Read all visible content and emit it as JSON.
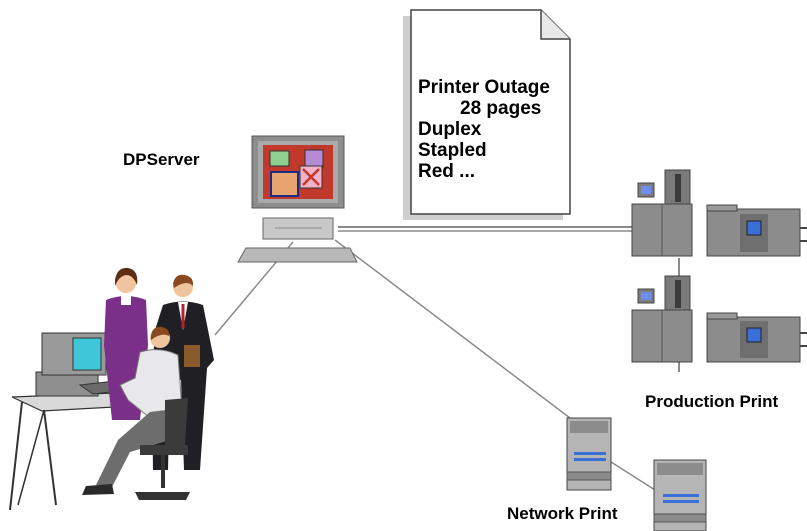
{
  "labels": {
    "dpserver": "DPServer",
    "production": "Production Print",
    "network": "Network Print"
  },
  "document": {
    "lines": [
      "Printer Outage",
      "28 pages",
      "Duplex",
      "Stapled",
      "Red ..."
    ]
  },
  "colors": {
    "line": "#8a8a8a",
    "device_gray": "#8e8e8e",
    "monitor_red": "#c0392b",
    "accent_blue": "#3b6fd8"
  },
  "icons": [
    "server-monitor-icon",
    "workstation-icon",
    "people-icon",
    "production-printer-icon",
    "network-printer-icon",
    "document-icon"
  ]
}
